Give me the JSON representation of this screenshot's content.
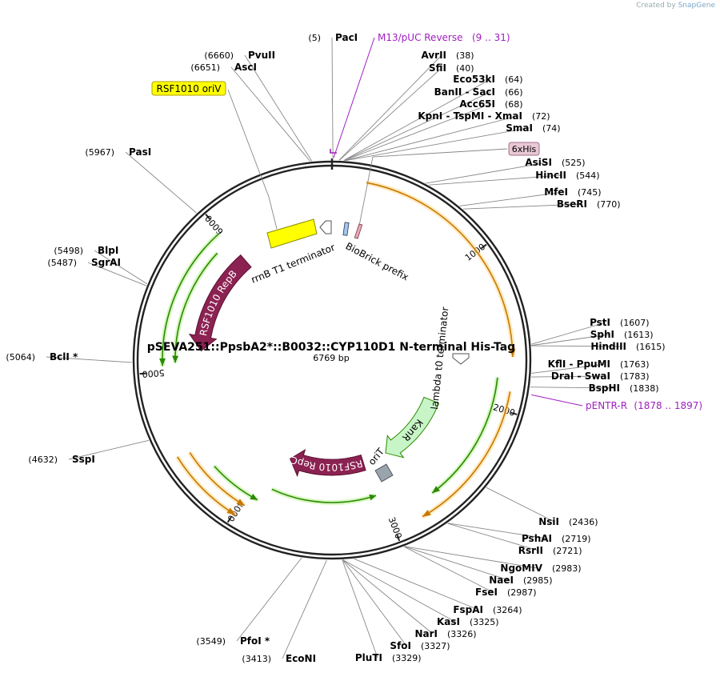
{
  "plasmid": {
    "name": "pSEVA251::PpsbA2*::B0032::CYP110D1 N-terminal His-Tag",
    "size_label": "6769 bp",
    "total_bp": 6769
  },
  "credit": {
    "prefix": "Created by",
    "brand": "SnapGene"
  },
  "colors": {
    "backbone": "#222222",
    "primer": "#a020c0",
    "repB": "#8b2252",
    "repC": "#8b2252",
    "kanR": "#c8f5c8",
    "orange_arrow": "#c87800",
    "green_arrow": "#2a8a00",
    "oriV": "#ffff00",
    "his_tag": "#e8c8d4",
    "orit": "#9aa4ac"
  },
  "scale_ticks": [
    "1000",
    "2000",
    "3000",
    "4000",
    "5000",
    "6000"
  ],
  "enzymes": [
    {
      "name": "PacI",
      "pos": "(5)",
      "side": "left"
    },
    {
      "name": "AvrII",
      "pos": "(38)",
      "side": "right"
    },
    {
      "name": "SfiI",
      "pos": "(40)",
      "side": "right"
    },
    {
      "name": "Eco53kI",
      "pos": "(64)",
      "side": "right"
    },
    {
      "name": "BanII  -  SacI",
      "pos": "(66)",
      "side": "right"
    },
    {
      "name": "Acc65I",
      "pos": "(68)",
      "side": "right"
    },
    {
      "name": "KpnI  -  TspMI  -  XmaI",
      "pos": "(72)",
      "side": "right"
    },
    {
      "name": "SmaI",
      "pos": "(74)",
      "side": "right"
    },
    {
      "name": "AsiSI",
      "pos": "(525)",
      "side": "right"
    },
    {
      "name": "HincII",
      "pos": "(544)",
      "side": "right"
    },
    {
      "name": "MfeI",
      "pos": "(745)",
      "side": "right"
    },
    {
      "name": "BseRI",
      "pos": "(770)",
      "side": "right"
    },
    {
      "name": "PstI",
      "pos": "(1607)",
      "side": "right"
    },
    {
      "name": "SphI",
      "pos": "(1613)",
      "side": "right"
    },
    {
      "name": "HindIII",
      "pos": "(1615)",
      "side": "right"
    },
    {
      "name": "KflI  -  PpuMI",
      "pos": "(1763)",
      "side": "right"
    },
    {
      "name": "DraI  -  SwaI",
      "pos": "(1783)",
      "side": "right"
    },
    {
      "name": "BspHI",
      "pos": "(1838)",
      "side": "right"
    },
    {
      "name": "NsiI",
      "pos": "(2436)",
      "side": "right"
    },
    {
      "name": "PshAI",
      "pos": "(2719)",
      "side": "right"
    },
    {
      "name": "RsrII",
      "pos": "(2721)",
      "side": "right"
    },
    {
      "name": "NgoMIV",
      "pos": "(2983)",
      "side": "right"
    },
    {
      "name": "NaeI",
      "pos": "(2985)",
      "side": "right"
    },
    {
      "name": "FseI",
      "pos": "(2987)",
      "side": "right"
    },
    {
      "name": "FspAI",
      "pos": "(3264)",
      "side": "right"
    },
    {
      "name": "KasI",
      "pos": "(3325)",
      "side": "right"
    },
    {
      "name": "NarI",
      "pos": "(3326)",
      "side": "right"
    },
    {
      "name": "SfoI",
      "pos": "(3327)",
      "side": "right"
    },
    {
      "name": "PluTI",
      "pos": "(3329)",
      "side": "right"
    },
    {
      "name": "EcoNI",
      "pos": "(3413)",
      "side": "left"
    },
    {
      "name": "PfoI *",
      "pos": "(3549)",
      "side": "left"
    },
    {
      "name": "SspI",
      "pos": "(4632)",
      "side": "left"
    },
    {
      "name": "BclI *",
      "pos": "(5064)",
      "side": "left"
    },
    {
      "name": "SgrAI",
      "pos": "(5487)",
      "side": "left"
    },
    {
      "name": "BlpI",
      "pos": "(5498)",
      "side": "left"
    },
    {
      "name": "PasI",
      "pos": "(5967)",
      "side": "left"
    },
    {
      "name": "AscI",
      "pos": "(6651)",
      "side": "left"
    },
    {
      "name": "PvuII",
      "pos": "(6660)",
      "side": "left"
    }
  ],
  "primers": [
    {
      "name": "M13/pUC Reverse",
      "range": "(9 .. 31)"
    },
    {
      "name": "pENTR-R",
      "range": "(1878 .. 1897)"
    }
  ],
  "features": {
    "his_tag": "6xHis",
    "oriV": "RSF1010 oriV",
    "rrnB": "rrnB T1 terminator",
    "biobrick": "BioBrick prefix",
    "repB": "RSF1010 RepB",
    "repC": "RSF1010 RepC",
    "lambda": "lambda t0 terminator",
    "kanR": "KanR",
    "oriT": "oriT"
  }
}
